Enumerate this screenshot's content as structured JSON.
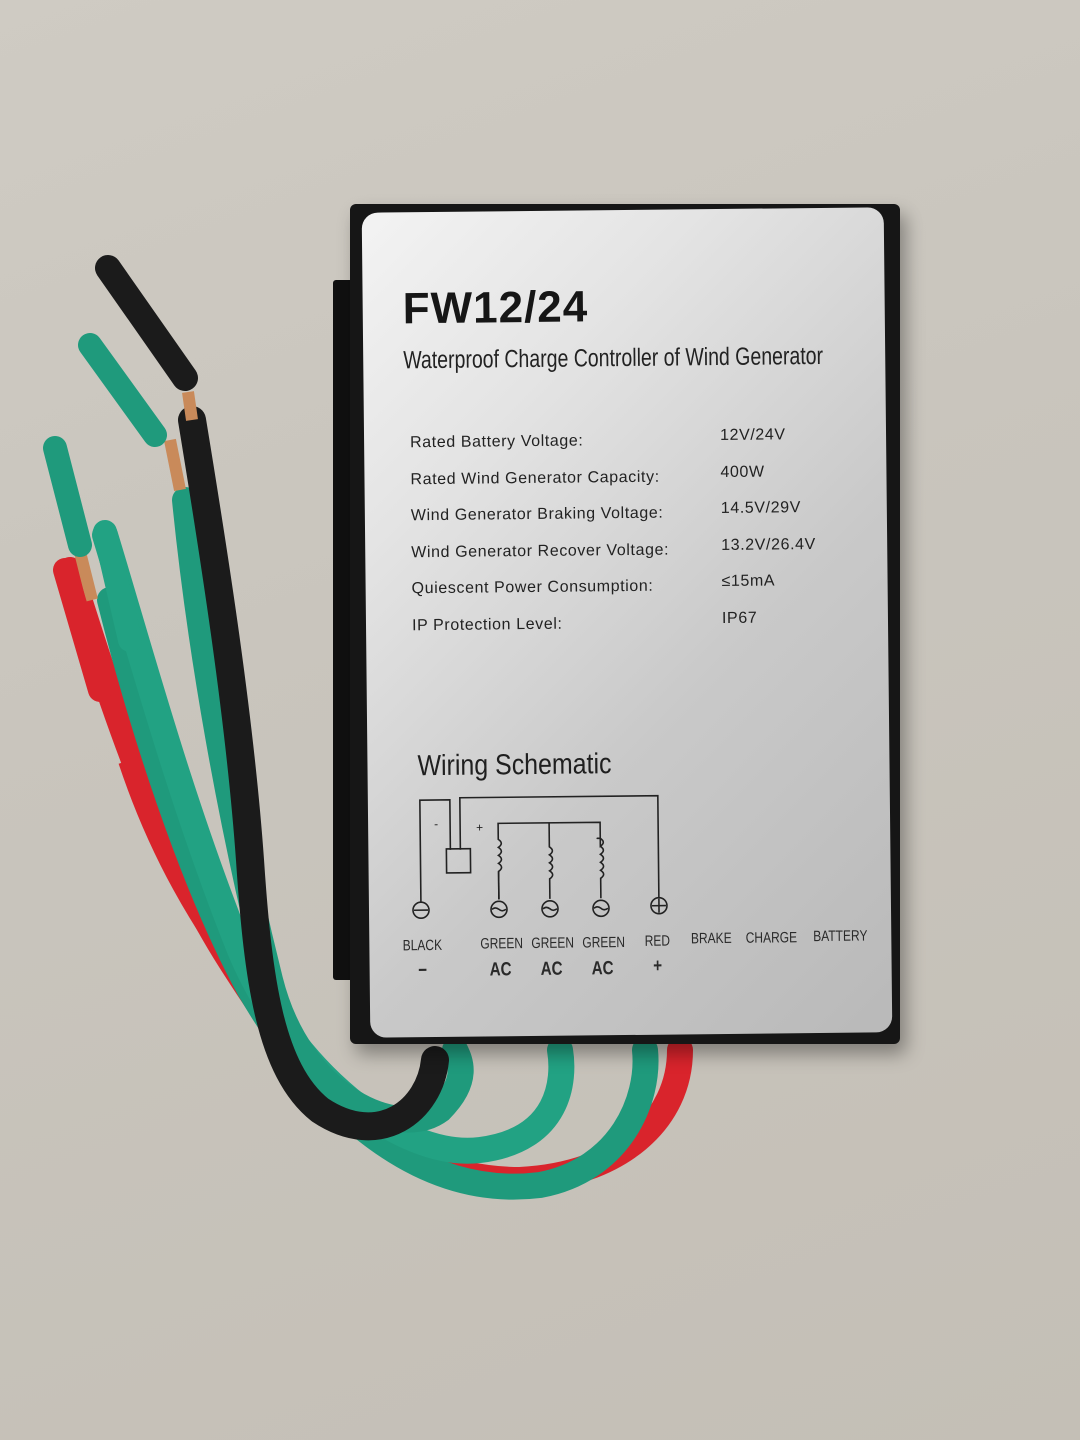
{
  "product": {
    "model": "FW12/24",
    "subtitle": "Waterproof Charge Controller of Wind Generator",
    "enclosure_color": "#161616",
    "label_color": "#d6d6d6"
  },
  "specs": [
    {
      "label": "Rated Battery Voltage:",
      "value": "12V/24V"
    },
    {
      "label": "Rated Wind Generator Capacity:",
      "value": "400W"
    },
    {
      "label": "Wind Generator Braking Voltage:",
      "value": "14.5V/29V"
    },
    {
      "label": "Wind Generator Recover Voltage:",
      "value": "13.2V/26.4V"
    },
    {
      "label": "Quiescent Power Consumption:",
      "value": "≤15mA"
    },
    {
      "label": "IP Protection Level:",
      "value": "IP67"
    }
  ],
  "schematic": {
    "title": "Wiring Schematic",
    "battery_minus": "-",
    "battery_plus": "+",
    "terminals": [
      {
        "label": "BLACK",
        "sub": "−",
        "symbol": "minus-terminal"
      },
      {
        "label": "GREEN",
        "sub": "AC",
        "symbol": "ac-terminal"
      },
      {
        "label": "GREEN",
        "sub": "AC",
        "symbol": "ac-terminal"
      },
      {
        "label": "GREEN",
        "sub": "AC",
        "symbol": "ac-terminal"
      },
      {
        "label": "RED",
        "sub": "+",
        "symbol": "plus-terminal"
      }
    ],
    "indicators": [
      "BRAKE",
      "CHARGE",
      "BATTERY"
    ]
  },
  "wires": [
    {
      "name": "black",
      "color": "#1c1c1c"
    },
    {
      "name": "green",
      "color": "#1f9a7c"
    },
    {
      "name": "red",
      "color": "#e0242c"
    }
  ]
}
